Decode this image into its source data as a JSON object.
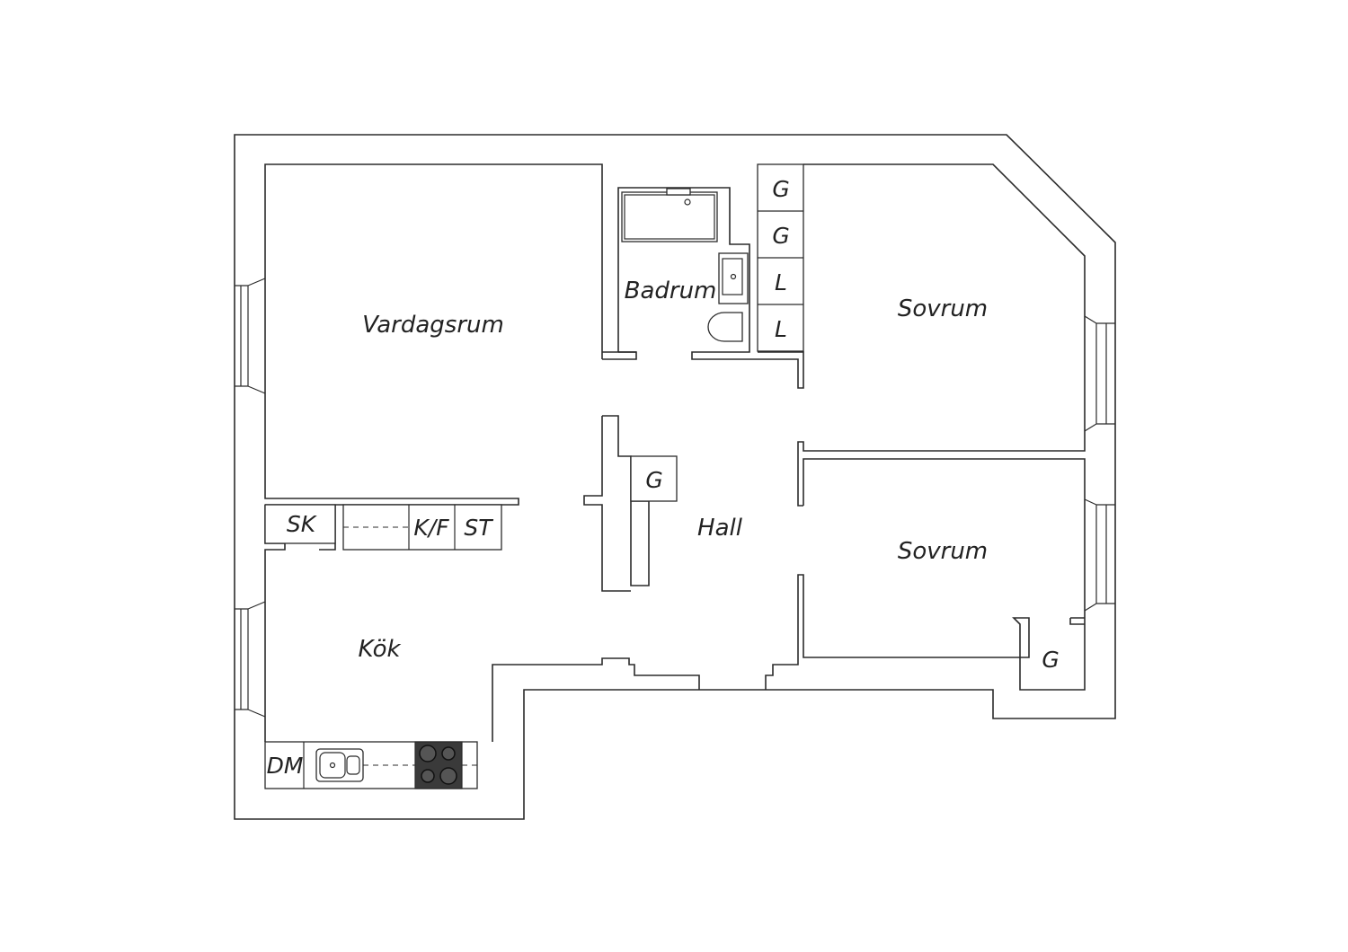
{
  "rooms": {
    "vardagsrum": "Vardagsrum",
    "badrum": "Badrum",
    "sovrum_1": "Sovrum",
    "sovrum_2": "Sovrum",
    "hall": "Hall",
    "kok": "Kök"
  },
  "fixtures": {
    "closet_g1": "G",
    "closet_g2": "G",
    "closet_l1": "L",
    "closet_l2": "L",
    "hall_closet": "G",
    "bedroom_closet": "G",
    "sk": "SK",
    "kf": "K/F",
    "st": "ST",
    "dm": "DM"
  }
}
